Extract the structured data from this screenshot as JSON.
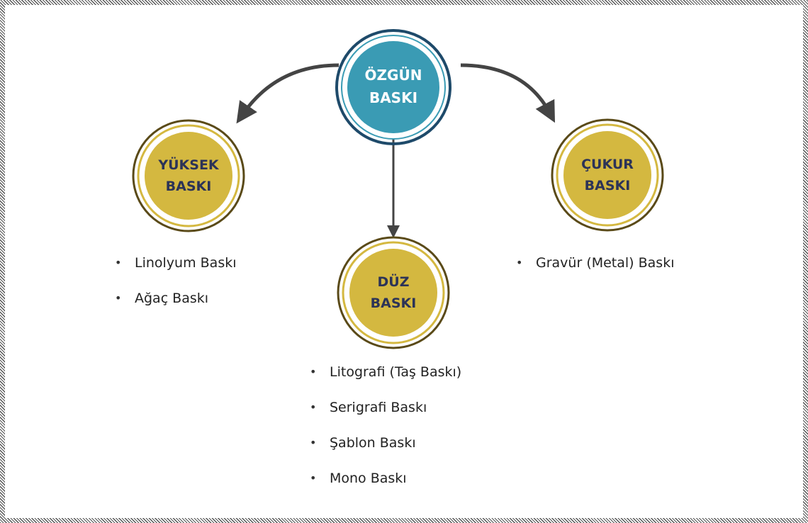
{
  "root": {
    "line1": "ÖZGÜN",
    "line2": "BASKI"
  },
  "nodes": {
    "yuksek": {
      "line1": "YÜKSEK",
      "line2": "BASKI",
      "items": [
        "Linolyum Baskı",
        "Ağaç Baskı"
      ]
    },
    "duz": {
      "line1": "DÜZ",
      "line2": "BASKI",
      "items": [
        "Litografi (Taş Baskı)",
        "Serigrafi Baskı",
        "Şablon Baskı",
        "Mono Baskı"
      ]
    },
    "cukur": {
      "line1": "ÇUKUR",
      "line2": "BASKI",
      "items": [
        "Gravür (Metal) Baskı"
      ]
    }
  },
  "colors": {
    "root_fill": "#3a9bb4",
    "root_ring": "#1e4a6a",
    "child_fill": "#d4b840",
    "child_ring": "#5a4a18",
    "arrow": "#444444"
  }
}
